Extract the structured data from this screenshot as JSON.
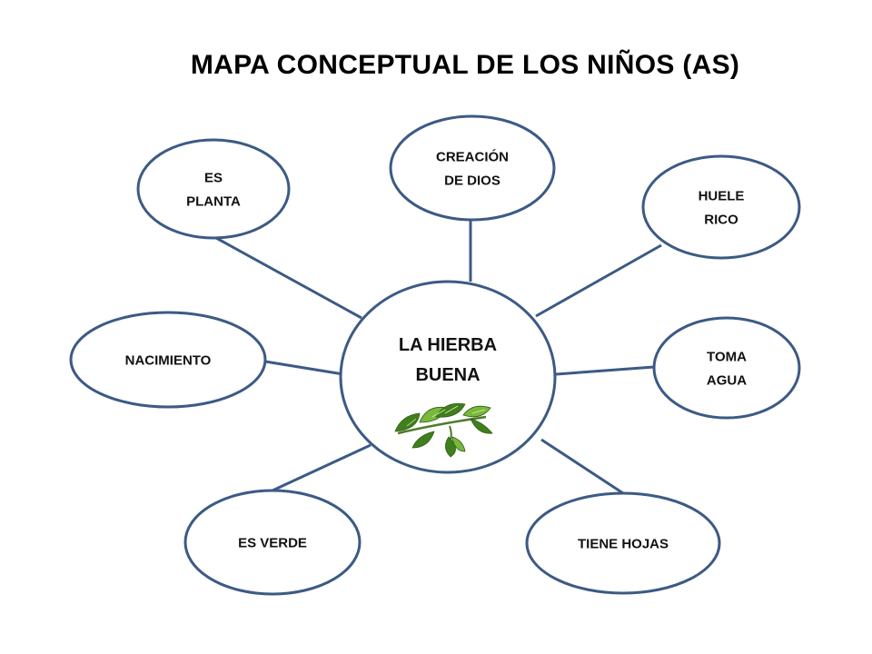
{
  "title": "MAPA CONCEPTUAL DE LOS NIÑOS (AS)",
  "colors": {
    "stroke": "#3c5a84",
    "fill": "#ffffff",
    "text": "#111111",
    "leaf_dark": "#3f7f1d",
    "leaf_light": "#79b83a"
  },
  "center": {
    "lines": [
      "LA HIERBA",
      "BUENA"
    ],
    "icon": "mint-leaves-icon"
  },
  "nodes": [
    {
      "id": "es-planta",
      "lines": [
        "ES",
        "PLANTA"
      ]
    },
    {
      "id": "creacion-de-dios",
      "lines": [
        "CREACIÓN",
        "DE DIOS"
      ]
    },
    {
      "id": "huele-rico",
      "lines": [
        "HUELE",
        "RICO"
      ]
    },
    {
      "id": "nacimiento",
      "lines": [
        "NACIMIENTO"
      ]
    },
    {
      "id": "toma-agua",
      "lines": [
        "TOMA",
        "AGUA"
      ]
    },
    {
      "id": "es-verde",
      "lines": [
        "ES VERDE"
      ]
    },
    {
      "id": "tiene-hojas",
      "lines": [
        "TIENE HOJAS"
      ]
    }
  ]
}
